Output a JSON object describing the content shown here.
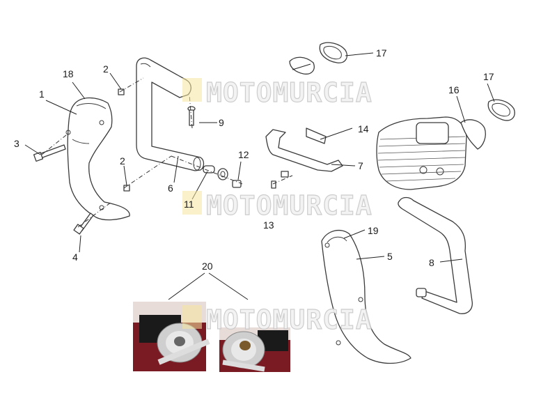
{
  "callouts": {
    "c1": "1",
    "c2a": "2",
    "c2b": "2",
    "c3": "3",
    "c4": "4",
    "c5": "5",
    "c6": "6",
    "c7": "7",
    "c8": "8",
    "c9": "9",
    "c11": "11",
    "c12": "12",
    "c13": "13",
    "c14": "14",
    "c16": "16",
    "c17a": "17",
    "c17b": "17",
    "c18": "18",
    "c19": "19",
    "c20": "20"
  },
  "watermark": {
    "text": "MOTOMURCIA"
  },
  "colors": {
    "photo_background": "#7a1a22",
    "chrome": "#cfcfcf",
    "line": "#3a3a3a"
  }
}
